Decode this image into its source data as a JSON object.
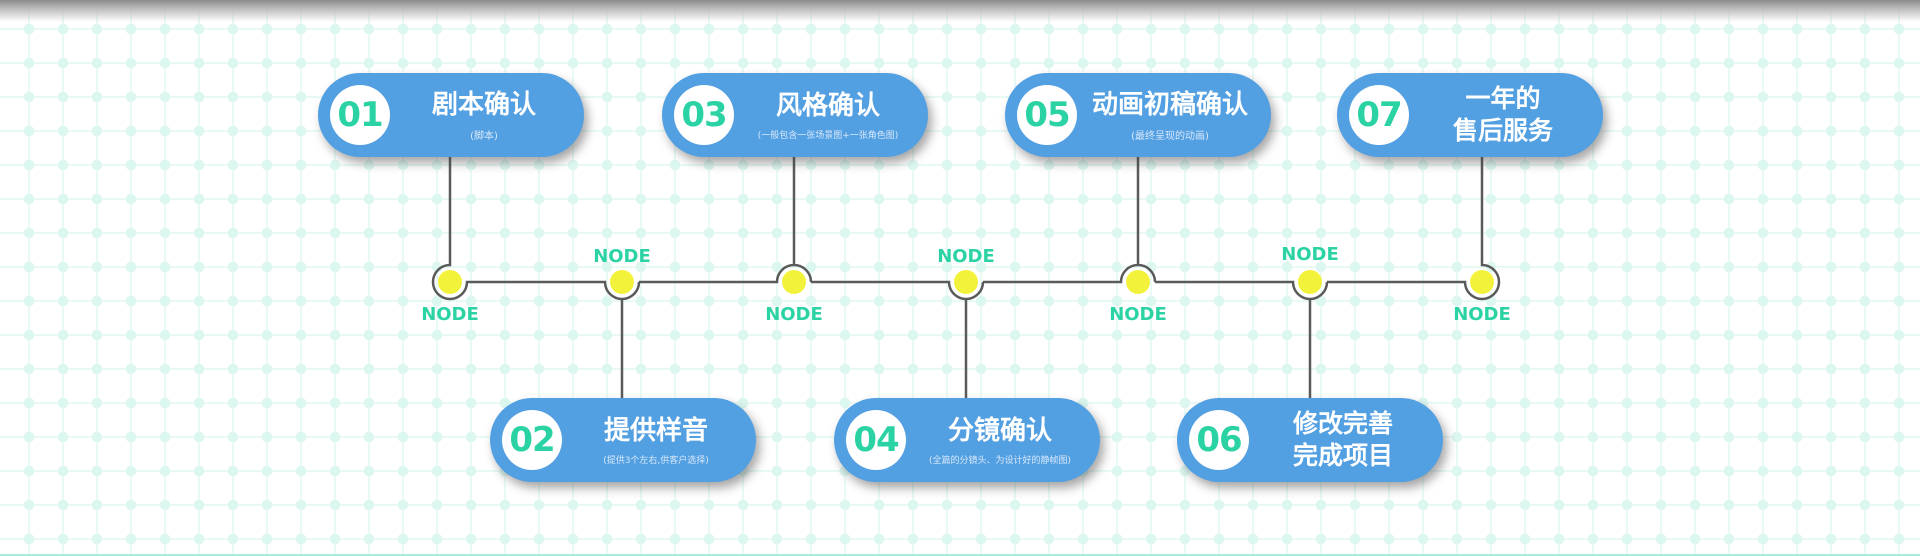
{
  "colors": {
    "pill": "#529fe2",
    "number": "#2bd3a4",
    "node_dot": "#f3f23a",
    "line": "#5a5a5a",
    "node_label": "#2bd3a4"
  },
  "steps": [
    {
      "number": "01",
      "title": "剧本确认",
      "subtitle": "(脚本)"
    },
    {
      "number": "02",
      "title": "提供样音",
      "subtitle": "(提供3个左右,供客户选择)"
    },
    {
      "number": "03",
      "title": "风格确认",
      "subtitle": "(一般包含一张场景图+一张角色图)"
    },
    {
      "number": "04",
      "title": "分镜确认",
      "subtitle": "(全篇的分镜头、为设计好的静帧图)"
    },
    {
      "number": "05",
      "title": "动画初稿确认",
      "subtitle": "(最终呈现的动画)"
    },
    {
      "number": "06",
      "title_line1": "修改完善",
      "title_line2": "完成项目"
    },
    {
      "number": "07",
      "title_line1": "一年的",
      "title_line2": "售后服务"
    }
  ],
  "nodes": [
    {
      "label": "NODE"
    },
    {
      "label": "NODE"
    },
    {
      "label": "NODE"
    },
    {
      "label": "NODE"
    },
    {
      "label": "NODE"
    },
    {
      "label": "NODE"
    },
    {
      "label": "NODE"
    }
  ]
}
